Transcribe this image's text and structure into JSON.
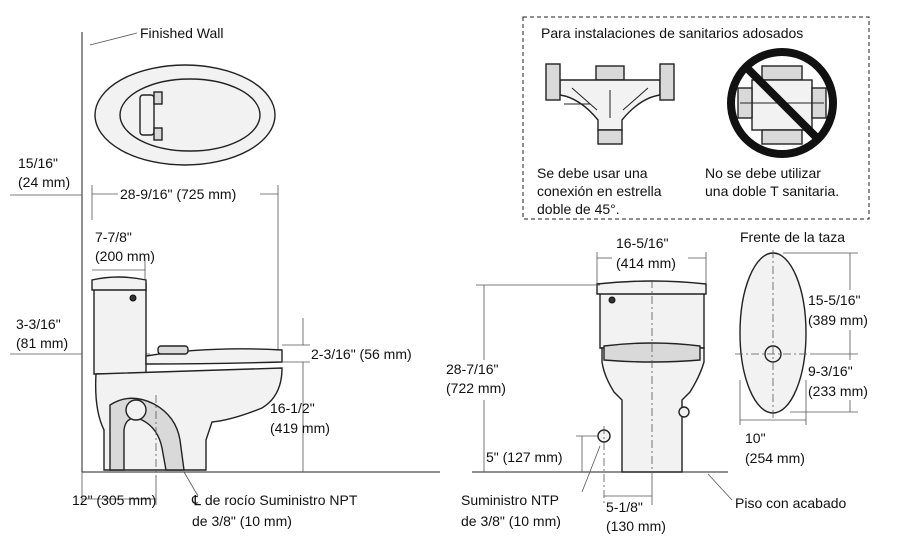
{
  "labels": {
    "finished_wall": "Finished Wall",
    "top_offset": [
      "15/16\"",
      "(24 mm)"
    ],
    "length": "28-9/16\" (725 mm)",
    "tank_depth": [
      "7-7/8\"",
      "(200 mm)"
    ],
    "rear_offset": [
      "3-3/16\"",
      "(81 mm)"
    ],
    "seat_clearance": "2-3/16\" (56 mm)",
    "rim_height": [
      "16-1/2\"",
      "(419 mm)"
    ],
    "rough_in": "12\" (305 mm)",
    "supply_centerline": [
      "℄ de rocío Suministro NPT",
      "de 3/8\" (10 mm)"
    ],
    "tank_width": [
      "16-5/16\"",
      "(414 mm)"
    ],
    "total_height": [
      "28-7/16\"",
      "(722 mm)"
    ],
    "supply_height": "5\" (127 mm)",
    "supply_ntp": [
      "Suministro  NTP",
      "de 3/8\" (10 mm)"
    ],
    "supply_offset": [
      "5-1/8\"",
      "(130 mm)"
    ],
    "floor": "Piso con acabado",
    "bowl_front": "Frente de la taza",
    "bowl_length": [
      "15-5/16\"",
      "(389 mm)"
    ],
    "bowl_to_outlet": [
      "9-3/16\"",
      "(233 mm)"
    ],
    "bowl_width": [
      "10\"",
      "(254 mm)"
    ]
  },
  "inset": {
    "title": "Para instalaciones de sanitarios adosados",
    "ok_caption": [
      "Se debe usar una",
      "conexión en estrella",
      "doble de 45°."
    ],
    "bad_caption": [
      "No se debe utilizar",
      "una doble T sanitaria."
    ],
    "ok_fitting_name": "wye-fitting-icon",
    "bad_fitting_name": "prohibited-sanitary-tee-icon"
  }
}
